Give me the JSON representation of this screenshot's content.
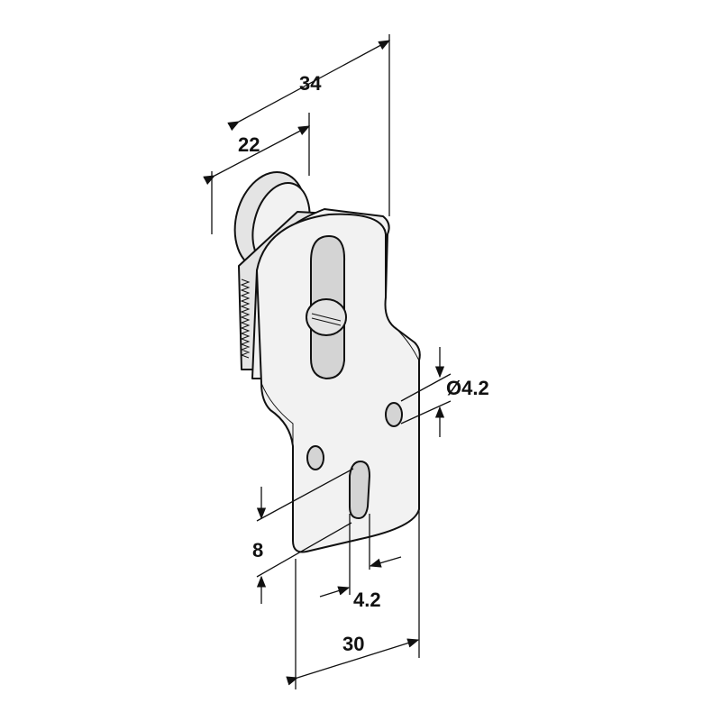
{
  "drawing": {
    "subject": "bracket",
    "dimensions": {
      "overall_depth": "34",
      "knob_depth": "22",
      "hole_diameter": "Ø4.2",
      "slot_height": "8",
      "slot_width": "4.2",
      "bracket_width": "30"
    }
  }
}
